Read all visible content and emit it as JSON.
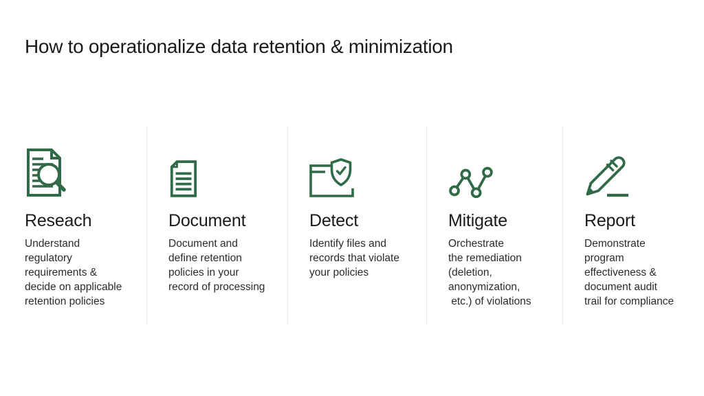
{
  "page": {
    "title": "How to operationalize data retention & minimization",
    "background_color": "#ffffff",
    "accent_green": "#306a47",
    "divider_color": "#e9e9e7",
    "title_color": "#1a1a1a",
    "body_text_color": "#2b2b2b"
  },
  "steps": [
    {
      "icon": "document-magnifier-icon",
      "title": "Reseach",
      "description": "Understand\nregulatory\nrequirements &\ndecide on applicable\nretention policies"
    },
    {
      "icon": "document-lines-icon",
      "title": "Document",
      "description": "Document and\ndefine retention\npolicies in your\nrecord of processing"
    },
    {
      "icon": "folder-shield-check-icon",
      "title": "Detect",
      "description": "Identify files and\nrecords that violate\nyour policies"
    },
    {
      "icon": "activity-chart-icon",
      "title": "Mitigate",
      "description": "Orchestrate\nthe remediation\n(deletion,\nanonymization,\n etc.) of violations"
    },
    {
      "icon": "pencil-underline-icon",
      "title": "Report",
      "description": "Demonstrate\nprogram\neffectiveness &\ndocument audit\ntrail for compliance"
    }
  ]
}
